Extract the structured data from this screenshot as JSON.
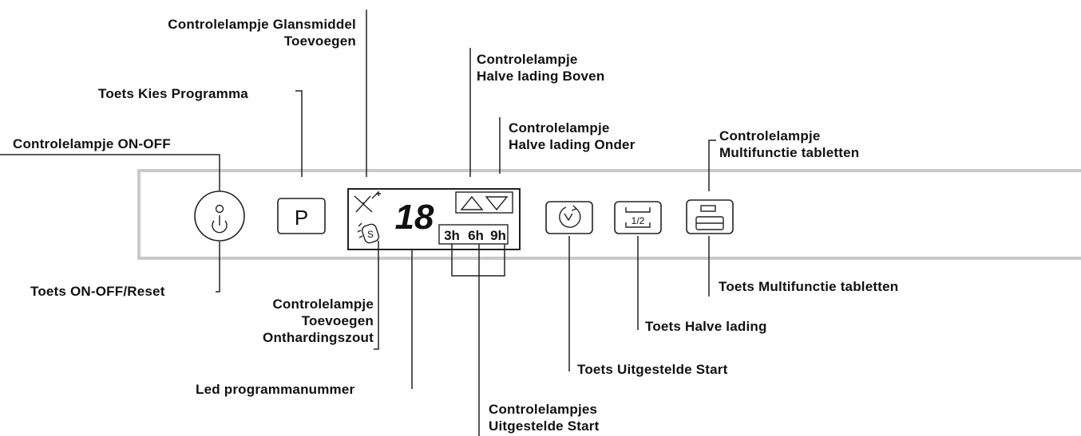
{
  "labels": {
    "glans_line1": "Controlelampje Glansmiddel",
    "glans_line2": "Toevoegen",
    "half_top_line1": "Controlelampje",
    "half_top_line2": "Halve lading Boven",
    "program_key": "Toets Kies Programma",
    "half_bottom_line1": "Controlelampje",
    "half_bottom_line2": "Halve lading Onder",
    "onoff_lamp": "Controlelampje ON-OFF",
    "multi_lamp_line1": "Controlelampje",
    "multi_lamp_line2": "Multifunctie tabletten",
    "onoff_reset": "Toets ON-OFF/Reset",
    "multi_key": "Toets Multifunctie tabletten",
    "salt_line1": "Controlelampje",
    "salt_line2": "Toevoegen",
    "salt_line3": "Onthardingszout",
    "half_key": "Toets Halve lading",
    "delay_key": "Toets Uitgestelde Start",
    "led_program": "Led programmanummer",
    "delay_lamps_line1": "Controlelampjes",
    "delay_lamps_line2": "Uitgestelde Start"
  },
  "panel": {
    "program_button_letter": "P",
    "display_digits": "18",
    "salt_letter": "S",
    "delay_hours": [
      "3h",
      "6h",
      "9h"
    ],
    "half_load_fraction": "1/2"
  },
  "icons": {
    "power": "power-icon",
    "rinse_aid": "sparkle-icon",
    "salt": "salt-icon",
    "half_load_arrows": "half-load-arrows-icon",
    "delay": "clock-delay-icon",
    "half_load": "half-load-icon",
    "multi_tablet": "tablet-icon"
  },
  "colors": {
    "panel_border": "#c9c9c9",
    "line": "#222222",
    "text": "#111111"
  }
}
